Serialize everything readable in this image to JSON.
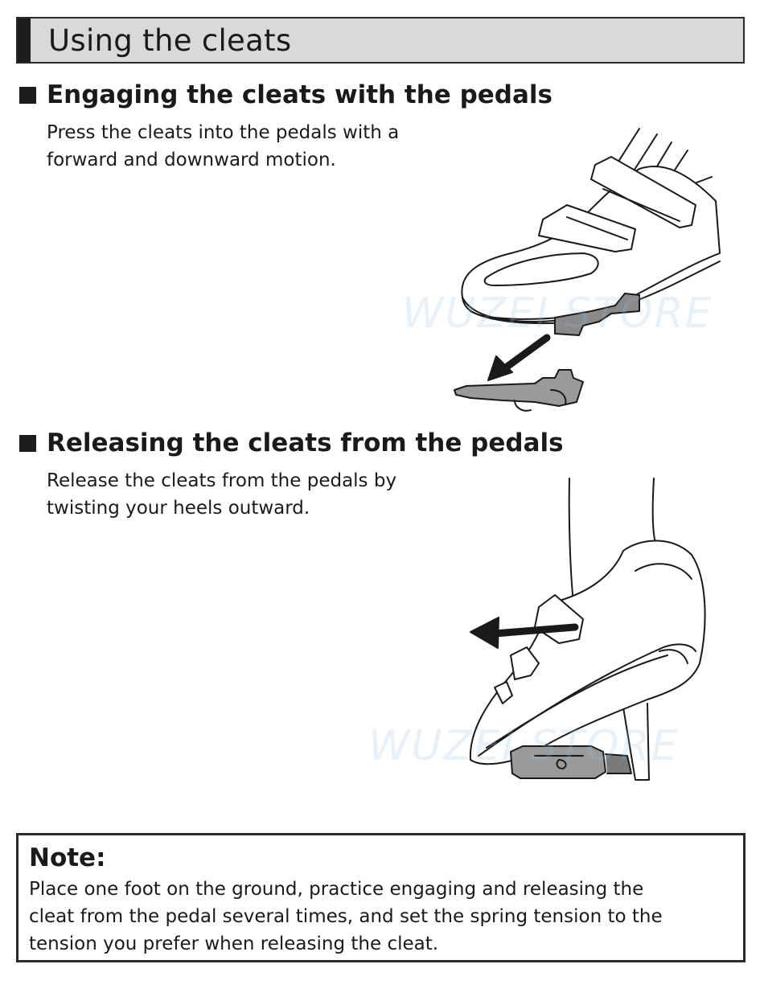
{
  "header": {
    "title": "Using the cleats"
  },
  "section_engage": {
    "heading": "Engaging the cleats with the pedals",
    "lines": [
      "Press the cleats into the pedals with a",
      "forward and downward motion."
    ]
  },
  "section_release": {
    "heading": "Releasing the cleats from the pedals",
    "lines": [
      "Release the cleats from the pedals by",
      "twisting your heels outward."
    ]
  },
  "watermarks": [
    "WUZEI STORE",
    "WUZEI STORE"
  ],
  "note": {
    "title": "Note:",
    "lines": [
      "Place one foot on the ground, practice engaging and releasing the",
      "cleat from the pedal several times, and set the spring tension to the",
      "tension you prefer when releasing the cleat."
    ]
  }
}
